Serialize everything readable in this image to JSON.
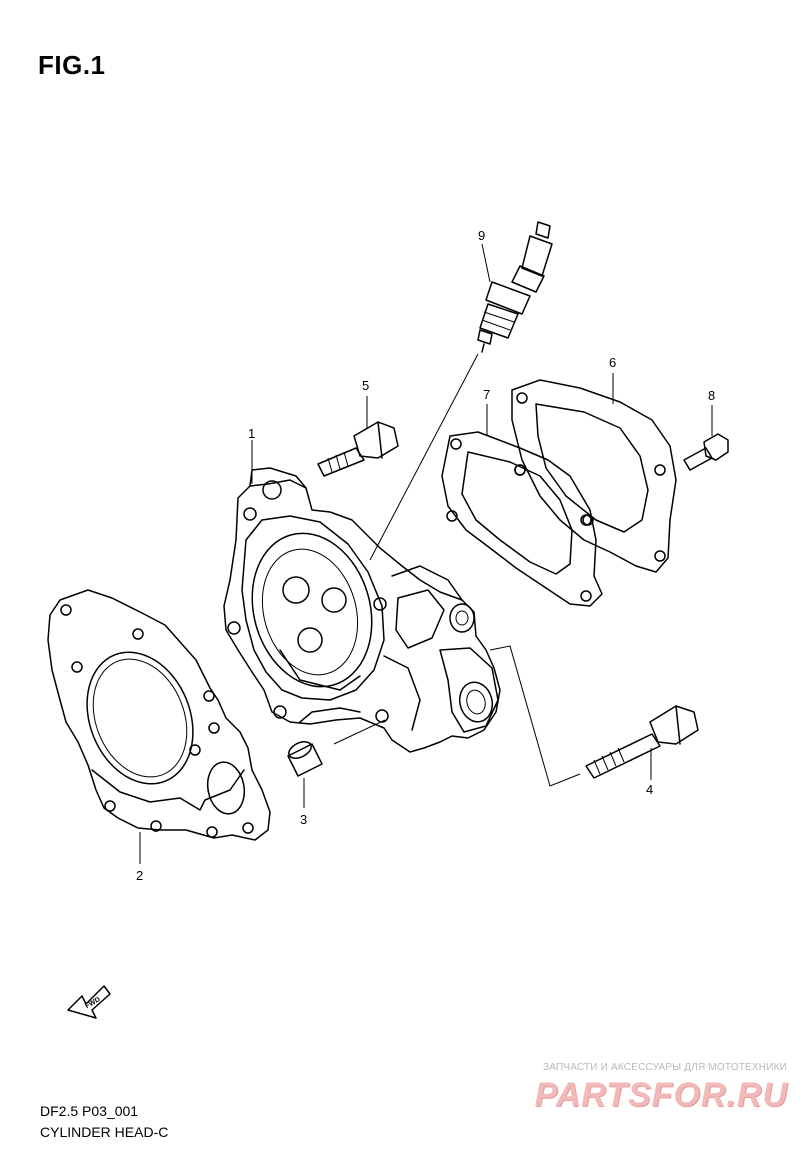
{
  "figure": {
    "title": "FIG.1",
    "code": "DF2.5 P03_001",
    "name": "CYLINDER HEAD-C"
  },
  "callouts": [
    "1",
    "2",
    "3",
    "4",
    "5",
    "6",
    "7",
    "8",
    "9"
  ],
  "fwd_label": "FWD",
  "watermark": {
    "text": "ЗАПЧАСТИ И АКСЕССУАРЫ ДЛЯ МОТОТЕХНИКИ",
    "logo": "PARTSFOR.RU"
  },
  "colors": {
    "line": "#000000",
    "watermark_logo": "#f2b9b9",
    "watermark_text": "#b9b9b9"
  }
}
